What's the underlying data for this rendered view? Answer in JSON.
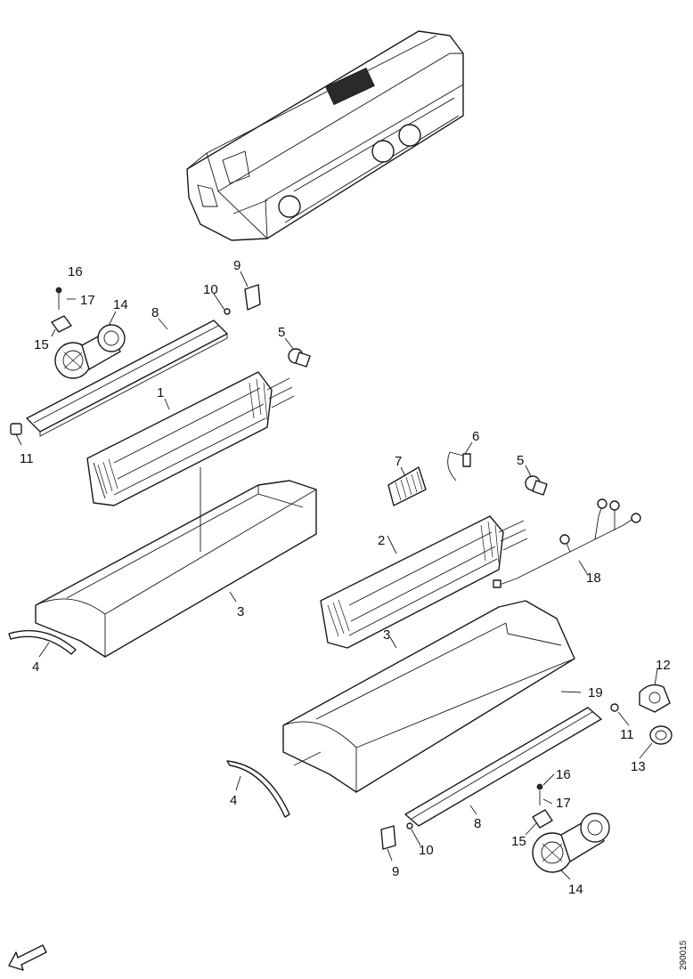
{
  "callouts": {
    "c1": "1",
    "c2": "2",
    "c3a": "3",
    "c3b": "3",
    "c4a": "4",
    "c4b": "4",
    "c5a": "5",
    "c5b": "5",
    "c6": "6",
    "c7": "7",
    "c8a": "8",
    "c8b": "8",
    "c9a": "9",
    "c9b": "9",
    "c10a": "10",
    "c10b": "10",
    "c11a": "11",
    "c11b": "11",
    "c12": "12",
    "c13": "13",
    "c14a": "14",
    "c14b": "14",
    "c15a": "15",
    "c15b": "15",
    "c16a": "16",
    "c16b": "16",
    "c17a": "17",
    "c17b": "17",
    "c18": "18",
    "c19": "19"
  },
  "reference_code": "290015",
  "icons": {
    "direction": "front-direction-arrow-icon"
  }
}
